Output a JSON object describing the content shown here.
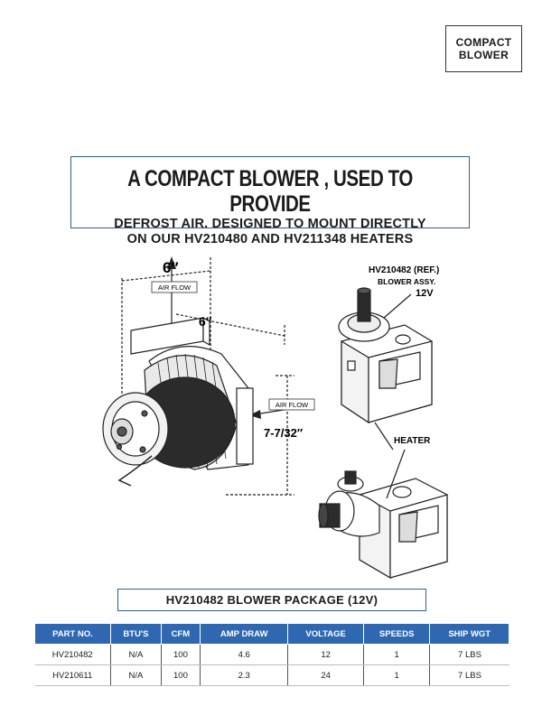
{
  "corner_tag": {
    "line1": "COMPACT",
    "line2": "BLOWER"
  },
  "headline": {
    "title": "A COMPACT BLOWER , USED TO PROVIDE",
    "line2": "DEFROST AIR. DESIGNED TO MOUNT DIRECTLY",
    "line3": "ON OUR HV210480 AND HV211348 HEATERS"
  },
  "diagram": {
    "dim_width_top": "6″",
    "dim_depth": "6″",
    "dim_height": "7-7/32″",
    "airflow_top": "AIR FLOW",
    "airflow_side": "AIR FLOW",
    "ref_part": "HV210482 (REF.)",
    "ref_desc": "BLOWER ASSY.",
    "ref_voltage": "12V",
    "heater_label": "HEATER"
  },
  "package_title": "HV210482  BLOWER PACKAGE (12V)",
  "table": {
    "headers": [
      "PART NO.",
      "BTU'S",
      "CFM",
      "AMP DRAW",
      "VOLTAGE",
      "SPEEDS",
      "SHIP WGT"
    ],
    "rows": [
      [
        "HV210482",
        "N/A",
        "100",
        "4.6",
        "12",
        "1",
        "7 LBS"
      ],
      [
        "HV210611",
        "N/A",
        "100",
        "2.3",
        "24",
        "1",
        "7 LBS"
      ]
    ]
  },
  "colors": {
    "accent_blue": "#2f67b1",
    "border_blue": "#2f5d97"
  }
}
